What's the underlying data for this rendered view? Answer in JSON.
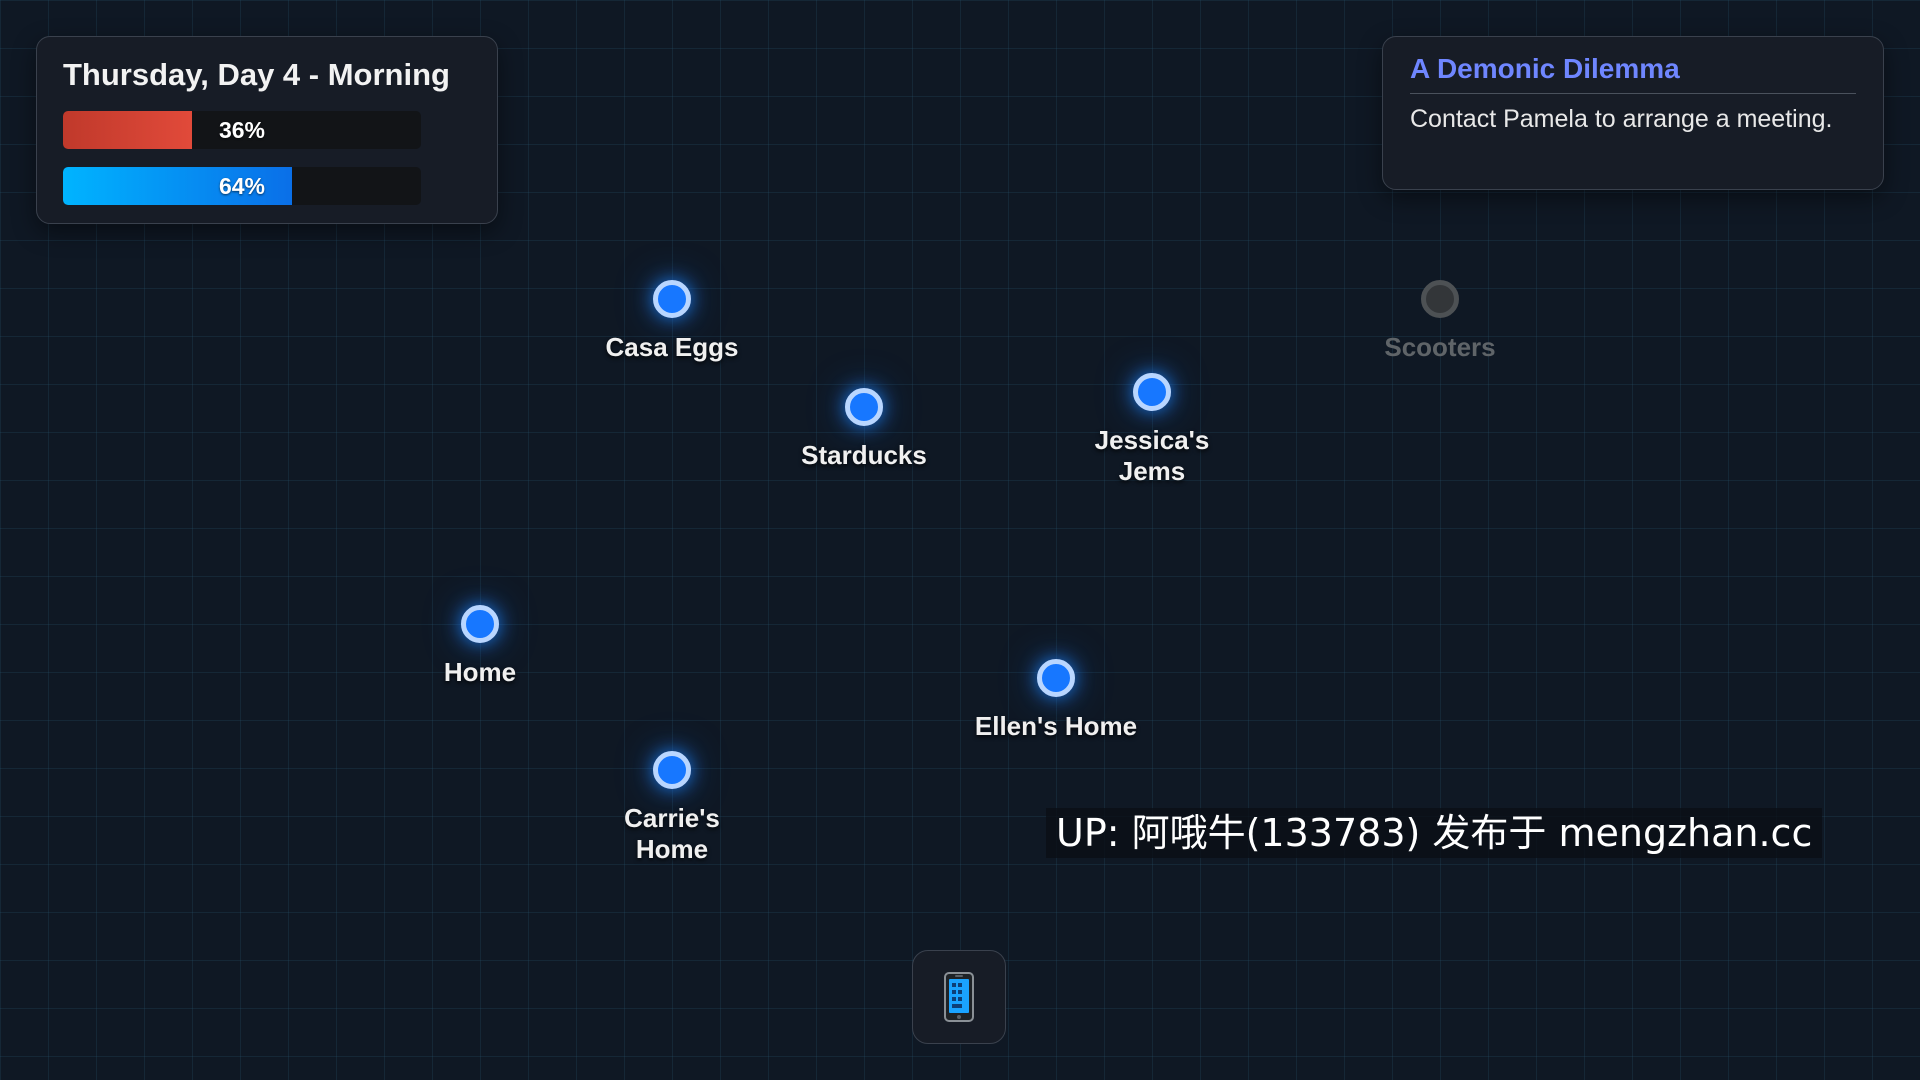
{
  "status": {
    "day_label": "Thursday, Day 4 - Morning",
    "red_bar": {
      "percent": 36,
      "label": "36%",
      "color": "#e14a3a"
    },
    "blue_bar": {
      "percent": 64,
      "label": "64%",
      "color": "#0a8cff"
    }
  },
  "quest": {
    "title": "A Demonic Dilemma",
    "description": "Contact Pamela to arrange a meeting."
  },
  "locations": [
    {
      "label": "Casa Eggs",
      "active": true
    },
    {
      "label": "Starducks",
      "active": true
    },
    {
      "label": "Jessica's Jems",
      "active": true
    },
    {
      "label": "Scooters",
      "active": false
    },
    {
      "label": "Home",
      "active": true
    },
    {
      "label": "Ellen's Home",
      "active": true
    },
    {
      "label": "Carrie's Home",
      "active": true
    }
  ],
  "watermark": "UP: 阿哦牛(133783) 发布于 mengzhan.cc",
  "phone_button": {
    "icon": "phone-icon"
  },
  "colors": {
    "background": "#0f1824",
    "panel": "#171c26",
    "pin_active": "#1777ff",
    "quest_title": "#6f86ff"
  }
}
